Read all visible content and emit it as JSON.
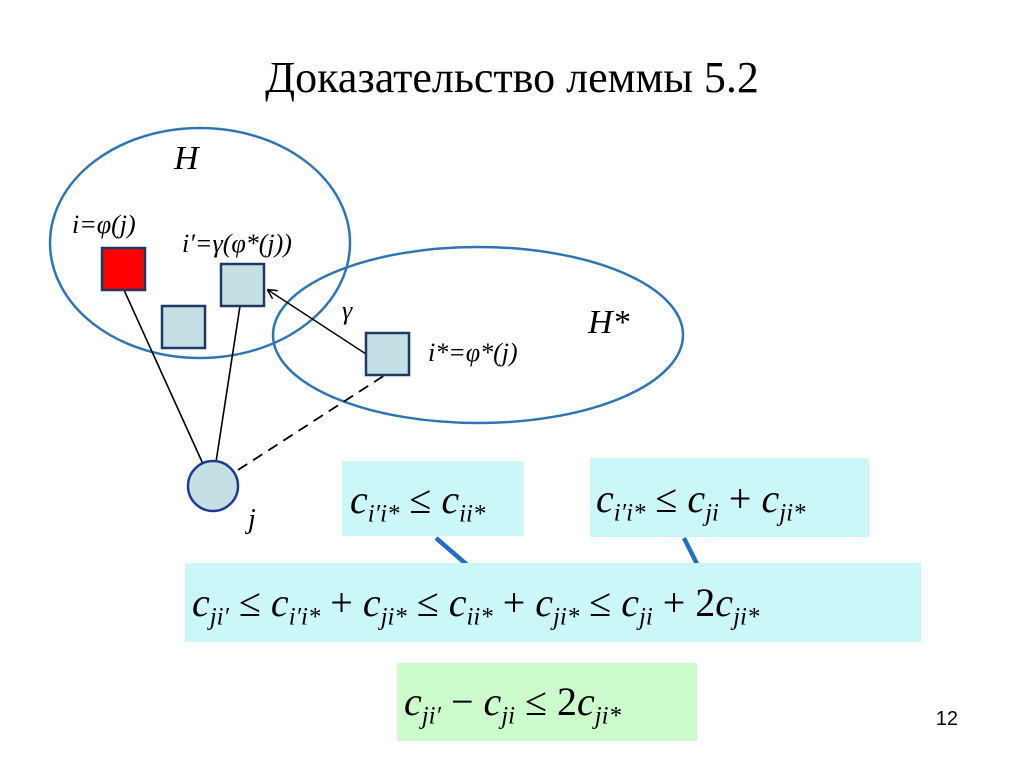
{
  "slide": {
    "title": "Доказательство леммы 5.2",
    "page_number": "12"
  },
  "diagram": {
    "set_h_label": "H",
    "set_h_star_label": "H*",
    "node_i_label": "i=φ(j)",
    "node_i_prime_label": "i′=γ(φ*(j))",
    "node_i_star_label": "i*=φ*(j)",
    "gamma_label": "γ",
    "client_j_label": "j",
    "colors": {
      "ellipse_stroke": "#2e75b6",
      "red_facility": "#ff0000",
      "facility_fill": "#c5e0e4",
      "client_fill": "#c5e0e4",
      "client_stroke": "#1f3a93",
      "cyan_box": "#ccf7f9",
      "green_box": "#ccfccc",
      "arrow_blue": "#1f6fc5"
    }
  },
  "formulas": {
    "f1": {
      "c": "c",
      "s1": "i′i*",
      "op": "≤",
      "c2": "c",
      "s2": "ii*"
    },
    "f2": {
      "c": "c",
      "s1": "i′i*",
      "op": "≤",
      "c2": "c",
      "s2": "ji",
      "plus": "+",
      "c3": "c",
      "s3": "ji*"
    },
    "main": {
      "c1": "c",
      "s1": "ji′",
      "op1": "≤",
      "c2": "c",
      "s2": "i′i*",
      "p1": "+",
      "c3": "c",
      "s3": "ji*",
      "op2": "≤",
      "c4": "c",
      "s4": "ii*",
      "p2": "+",
      "c5": "c",
      "s5": "ji*",
      "op3": "≤",
      "c6": "c",
      "s6": "ji",
      "p3": "+",
      "k": "2",
      "c7": "c",
      "s7": "ji*"
    },
    "result": {
      "c1": "c",
      "s1": "ji′",
      "minus": "−",
      "c2": "c",
      "s2": "ji",
      "op": "≤",
      "k": "2",
      "c3": "c",
      "s3": "ji*"
    }
  }
}
